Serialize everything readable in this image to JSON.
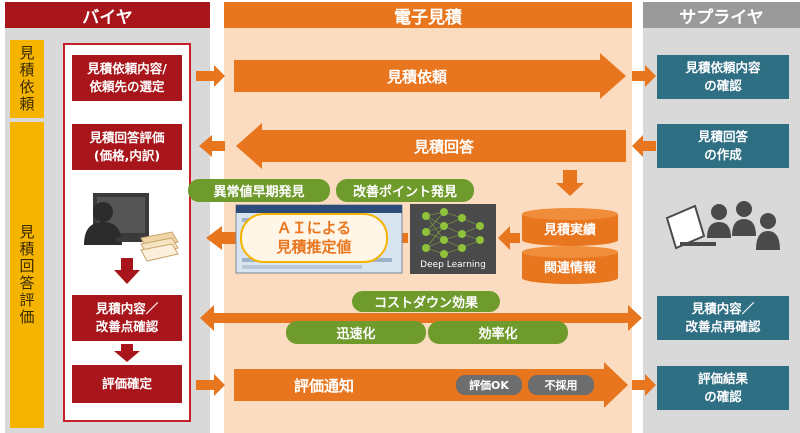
{
  "headers": {
    "buyer": "バイヤ",
    "platform": "電子見積",
    "supplier": "サプライヤ"
  },
  "stages": {
    "request": "見積依頼",
    "evaluation": "見積回答評価"
  },
  "buyer_steps": {
    "select": "見積依頼内容/\n依頼先の選定",
    "evaluate": "見積回答評価\n(価格,内訳)",
    "confirm": "見積内容／\n改善点確認",
    "finalize": "評価確定"
  },
  "platform_flows": {
    "request": "見積依頼",
    "answer": "見積回答",
    "notify": "評価通知"
  },
  "ai": {
    "label": "ＡＩによる\n見積推定値",
    "anomaly": "異常値早期発見",
    "improve": "改善ポイント発見",
    "deep_learning": "Deep Learning",
    "actuals": "見積実績",
    "related": "関連情報"
  },
  "effects": {
    "cost_down": "コストダウン効果",
    "speed": "迅速化",
    "efficiency": "効率化"
  },
  "notify_badges": {
    "ok": "評価OK",
    "reject": "不採用"
  },
  "supplier_steps": {
    "confirm_request": "見積依頼内容\nの確認",
    "create_answer": "見積回答\nの作成",
    "reconfirm": "見積内容／\n改善点再確認",
    "confirm_result": "評価結果\nの確認"
  },
  "colors": {
    "buyer_header": "#a8151a",
    "platform_header": "#e8761f",
    "supplier_header": "#9a9a9a",
    "accent_orange": "#e8761f",
    "green": "#6f9a2c",
    "teal": "#2f6f84",
    "stage_yellow": "#f4b400"
  }
}
